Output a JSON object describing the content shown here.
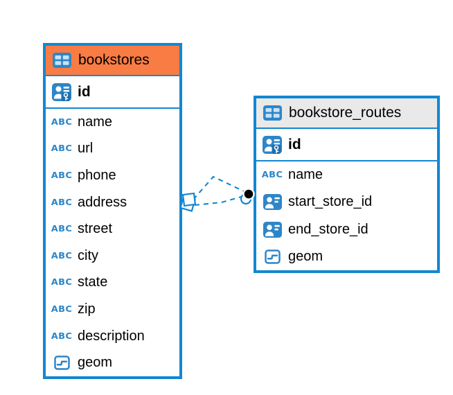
{
  "colors": {
    "table_border": "#1287D1",
    "bookstores_header_bg": "#F97C44",
    "routes_header_bg": "#E9E9E9",
    "icon_blue": "#2E86C8",
    "icon_cell_light": "#C8E2F6",
    "key_badge_blue": "#1B6FB0",
    "relationship_line": "#1287D1",
    "relationship_dot": "#000000",
    "canvas_bg": "#FFFFFF",
    "text": "#000000"
  },
  "diagram": {
    "abc_icon_label": "ABC",
    "tables": [
      {
        "name": "bookstores",
        "columns": [
          {
            "name": "id",
            "icon": "primary-key-icon"
          },
          {
            "name": "name",
            "icon": "text-type-icon"
          },
          {
            "name": "url",
            "icon": "text-type-icon"
          },
          {
            "name": "phone",
            "icon": "text-type-icon"
          },
          {
            "name": "address",
            "icon": "text-type-icon"
          },
          {
            "name": "street",
            "icon": "text-type-icon"
          },
          {
            "name": "city",
            "icon": "text-type-icon"
          },
          {
            "name": "state",
            "icon": "text-type-icon"
          },
          {
            "name": "zip",
            "icon": "text-type-icon"
          },
          {
            "name": "description",
            "icon": "text-type-icon"
          },
          {
            "name": "geom",
            "icon": "geometry-type-icon"
          }
        ]
      },
      {
        "name": "bookstore_routes",
        "columns": [
          {
            "name": "id",
            "icon": "primary-key-icon"
          },
          {
            "name": "name",
            "icon": "text-type-icon"
          },
          {
            "name": "start_store_id",
            "icon": "foreign-key-icon"
          },
          {
            "name": "end_store_id",
            "icon": "foreign-key-icon"
          },
          {
            "name": "geom",
            "icon": "geometry-type-icon"
          }
        ]
      }
    ],
    "relationships": [
      {
        "from_table": "bookstore_routes",
        "from_column": "start_store_id",
        "to_table": "bookstores",
        "to_column": "id",
        "style": "dashed"
      },
      {
        "from_table": "bookstore_routes",
        "from_column": "end_store_id",
        "to_table": "bookstores",
        "to_column": "id",
        "style": "dashed"
      }
    ]
  }
}
